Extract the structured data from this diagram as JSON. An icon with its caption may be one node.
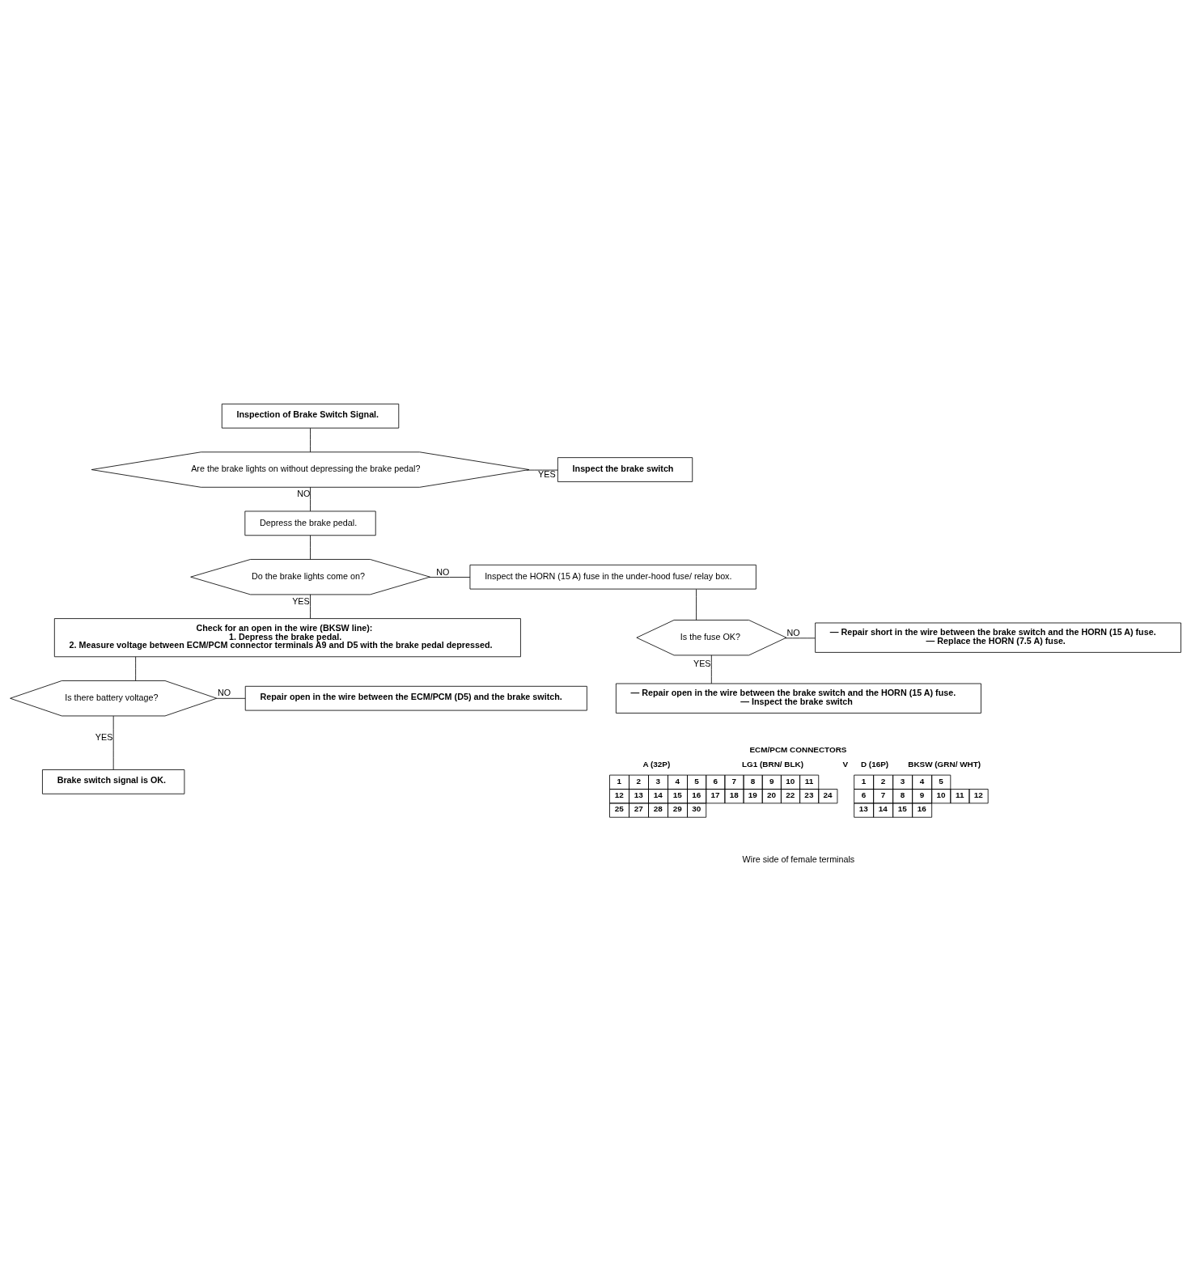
{
  "diagram": {
    "nodes": [
      {
        "text": [
          "Inspection of Brake Switch Signal."
        ]
      },
      {
        "text": [
          "Are the brake lights on without depressing the brake pedal?"
        ]
      },
      {
        "text": [
          "Inspect the brake switch"
        ]
      },
      {
        "text": [
          "Depress the brake pedal."
        ]
      },
      {
        "text": [
          "Do the brake lights come on?"
        ]
      },
      {
        "text": [
          "Inspect the HORN (15 A) fuse in the under-hood fuse/ relay box."
        ]
      },
      {
        "text": [
          "Is the fuse OK?"
        ]
      },
      {
        "text": [
          "— Repair short in the wire between the brake switch and the HORN (15 A) fuse.",
          "— Replace the HORN (7.5 A) fuse."
        ]
      },
      {
        "text": [
          "— Repair open in the wire between the brake switch and the HORN (15 A) fuse.",
          "— Inspect the brake switch"
        ]
      },
      {
        "text": [
          "Check for an open in the wire (BKSW line):",
          "1. Depress the brake pedal.",
          "2. Measure voltage between ECM/PCM connector terminals A9 and D5 with the brake pedal depressed."
        ]
      },
      {
        "text": [
          "Is there battery voltage?"
        ]
      },
      {
        "text": [
          "Repair open in the wire between the ECM/PCM (D5) and the brake switch."
        ]
      },
      {
        "text": [
          "Brake switch signal is OK."
        ]
      }
    ],
    "edges": [
      {
        "from": 0,
        "to": 1,
        "arrow": "none"
      },
      {
        "from": 1,
        "to": 2,
        "arrow": "none",
        "label": "YES"
      },
      {
        "from": 1,
        "to": 3,
        "arrow": "none",
        "label": "NO"
      },
      {
        "from": 3,
        "to": 4,
        "arrow": "none"
      },
      {
        "from": 4,
        "to": 5,
        "arrow": "none",
        "label": "NO"
      },
      {
        "from": 4,
        "to": 9,
        "arrow": "none",
        "label": "YES"
      },
      {
        "from": 5,
        "to": 6,
        "arrow": "none"
      },
      {
        "from": 6,
        "to": 7,
        "arrow": "none",
        "label": "NO"
      },
      {
        "from": 6,
        "to": 8,
        "arrow": "none",
        "label": "YES"
      },
      {
        "from": 9,
        "to": 10,
        "arrow": "none"
      },
      {
        "from": 10,
        "to": 11,
        "arrow": "none",
        "label": "NO"
      },
      {
        "from": 10,
        "to": 12,
        "arrow": "none",
        "label": "YES"
      }
    ],
    "labels": [
      "ECM/PCM CONNECTORS",
      "A (32P)",
      "LG1 (BRN/ BLK)",
      "V",
      "D (16P)",
      "BKSW (GRN/ WHT)",
      "1",
      "2",
      "3",
      "4",
      "5",
      "6",
      "7",
      "8",
      "9",
      "10",
      "11",
      "12",
      "13",
      "14",
      "15",
      "16",
      "17",
      "18",
      "19",
      "20",
      "22",
      "23",
      "24",
      "25",
      "27",
      "28",
      "29",
      "30",
      "1",
      "2",
      "3",
      "4",
      "5",
      "6",
      "7",
      "8",
      "9",
      "10",
      "11",
      "12",
      "13",
      "14",
      "15",
      "16",
      "Wire side of female terminals"
    ]
  }
}
